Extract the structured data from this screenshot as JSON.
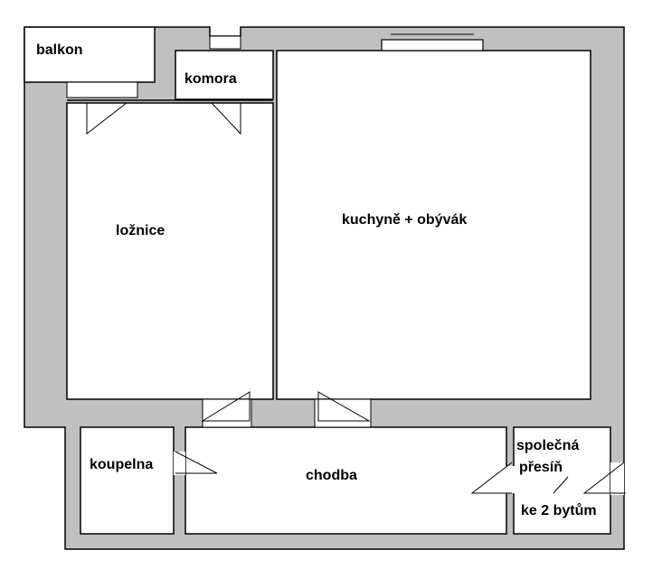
{
  "rooms": {
    "balkon": "balkon",
    "komora": "komora",
    "loznice": "ložnice",
    "kuchyne": "kuchyně + obývák",
    "koupelna": "koupelna",
    "chodba": "chodba",
    "spolecna_line1": "společná",
    "spolecna_line2": "přesíň",
    "spolecna_line3": "ke 2 bytům"
  },
  "colors": {
    "wall": "#c0c0c0",
    "outline": "#000000",
    "floor": "#ffffff"
  }
}
